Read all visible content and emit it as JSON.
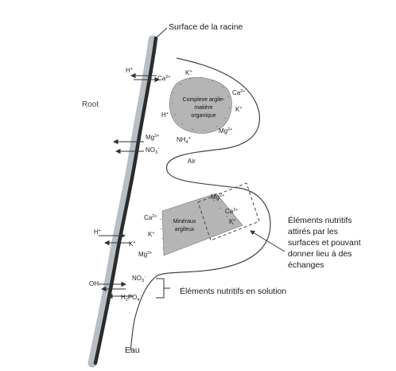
{
  "labels": {
    "root_surface": "Surface de la racine",
    "root": "Root",
    "complex": [
      "Complexe argile-",
      "matière",
      "organique"
    ],
    "clay_minerals": [
      "Minéraux",
      "argileux"
    ],
    "air": "Air",
    "water": "Eau",
    "exchange_nutrients": [
      "Éléments nutritifs",
      "attirés par les",
      "surfaces et pouvant",
      "donner lieu à des",
      "échanges"
    ],
    "solution_nutrients": "Éléments nutritifs en solution"
  },
  "ions": {
    "h": "H",
    "k": "K",
    "ca": "Ca",
    "mg": "Mg",
    "nh": "NH",
    "no": "NO",
    "oh": "OH",
    "hpo": "H",
    "hpo_mid": "PO",
    "plus": "+",
    "two_plus": "2+",
    "minus": "-",
    "sub2": "2",
    "sub3": "3",
    "sub4": "4"
  },
  "colors": {
    "root_dark": "#2b2b2b",
    "root_light": "#b8bec4",
    "particle_fill": "#b5b5b5",
    "line": "#333333"
  }
}
